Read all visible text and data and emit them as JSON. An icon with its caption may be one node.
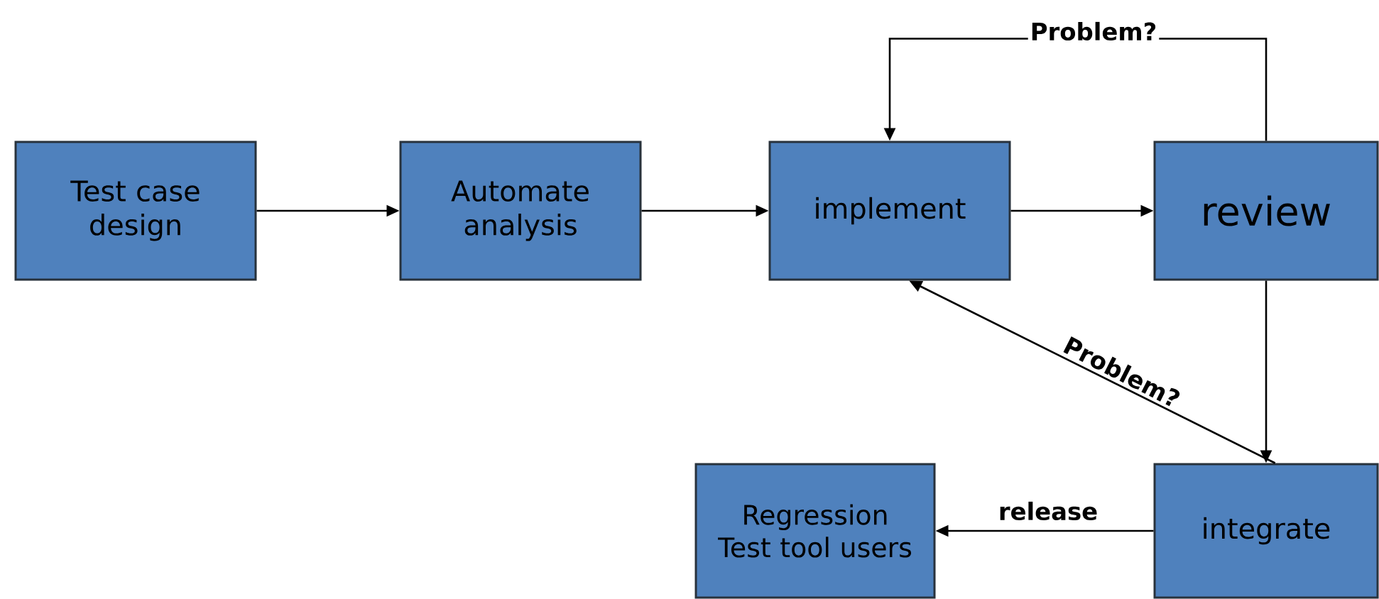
{
  "diagram": {
    "nodes": [
      {
        "text": [
          "Test case design"
        ]
      },
      {
        "text": [
          "Automate analysis"
        ]
      },
      {
        "text": [
          "implement"
        ]
      },
      {
        "text": [
          "review"
        ]
      },
      {
        "text": [
          "integrate"
        ]
      },
      {
        "text": [
          "Regression Test tool users"
        ]
      }
    ],
    "edges": [
      {
        "from": 0,
        "to": 1,
        "arrow": "to"
      },
      {
        "from": 1,
        "to": 2,
        "arrow": "to"
      },
      {
        "from": 2,
        "to": 3,
        "arrow": "to"
      },
      {
        "from": 3,
        "to": 2,
        "arrow": "to",
        "label": "Problem?"
      },
      {
        "from": 3,
        "to": 4,
        "arrow": "to"
      },
      {
        "from": 4,
        "to": 2,
        "arrow": "to",
        "label": "Problem?"
      },
      {
        "from": 4,
        "to": 5,
        "arrow": "to",
        "label": "release"
      }
    ]
  }
}
